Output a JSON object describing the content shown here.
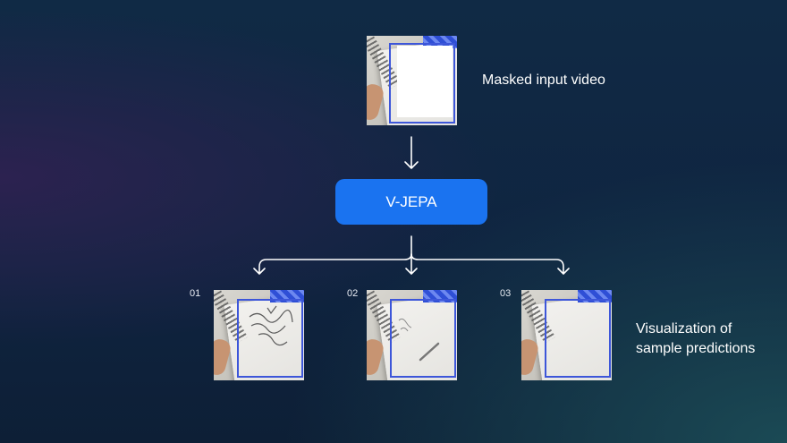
{
  "input": {
    "label": "Masked input video"
  },
  "model": {
    "label": "V-JEPA"
  },
  "predictions": {
    "label_line1": "Visualization of",
    "label_line2": "sample predictions",
    "items": [
      {
        "number": "01"
      },
      {
        "number": "02"
      },
      {
        "number": "03"
      }
    ]
  },
  "colors": {
    "accent": "#1a73f0",
    "mask_frame": "#3d56d9",
    "background": "#0f2440"
  }
}
